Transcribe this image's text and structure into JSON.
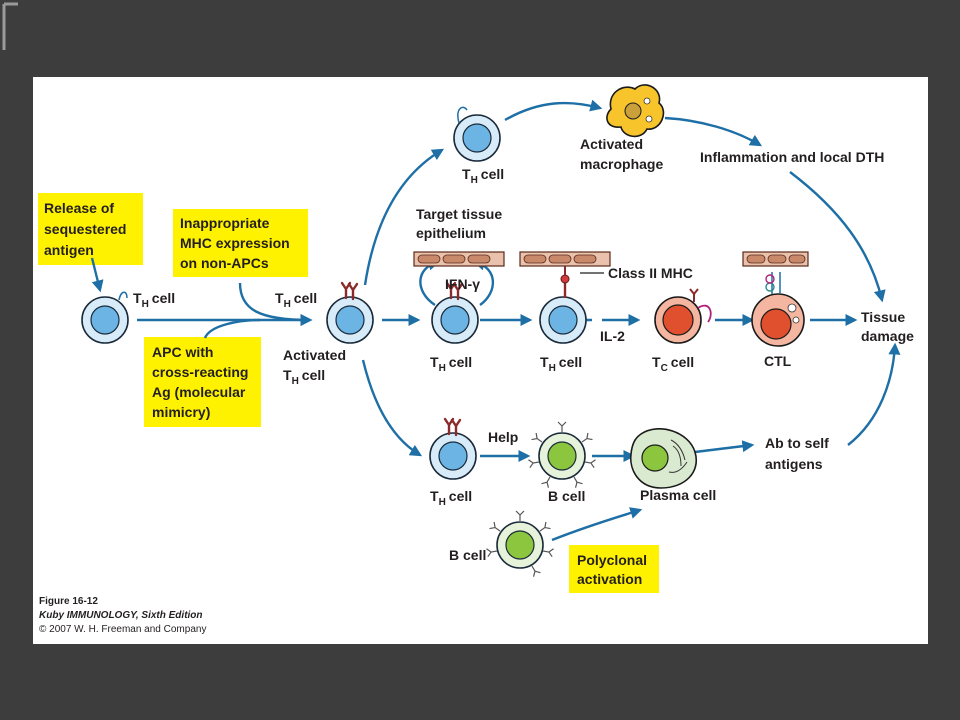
{
  "boxes": {
    "release": [
      "Release of",
      "sequestered",
      "antigen"
    ],
    "mhc": [
      "Inappropriate",
      "MHC expression",
      "on non-APCs"
    ],
    "apc": [
      "APC with",
      "cross-reacting",
      "Ag (molecular",
      "mimicry)"
    ],
    "polyclonal": [
      "Polyclonal",
      "activation"
    ]
  },
  "labels": {
    "t": "T",
    "h": "H",
    "c": "C",
    "cell": "cell",
    "activated": "Activated",
    "macrophage": "macrophage",
    "inflammation": "Inflammation and local DTH",
    "target_tissue": [
      "Target tissue",
      "epithelium"
    ],
    "ifn": "IFN-γ",
    "class2": "Class II MHC",
    "il2": "IL-2",
    "ctl": "CTL",
    "tissue_damage": [
      "Tissue",
      "damage"
    ],
    "help": "Help",
    "b_cell": "B cell",
    "plasma_cell": "Plasma cell",
    "ab_self": [
      "Ab to self",
      "antigens"
    ]
  },
  "caption": {
    "figure": "Figure 16-12",
    "book": "Kuby IMMUNOLOGY, Sixth Edition",
    "copyright": "© 2007 W. H. Freeman and Company"
  },
  "colors": {
    "background": "#3d3d3d",
    "panel": "#ffffff",
    "highlight": "#fff200",
    "arrow": "#1d6fa6",
    "th_cell": "#6cb4e4",
    "tc_cell": "#e0502e",
    "b_cell": "#8cc63f",
    "macrophage": "#f7c52b",
    "epithelium": "#c8896a"
  }
}
